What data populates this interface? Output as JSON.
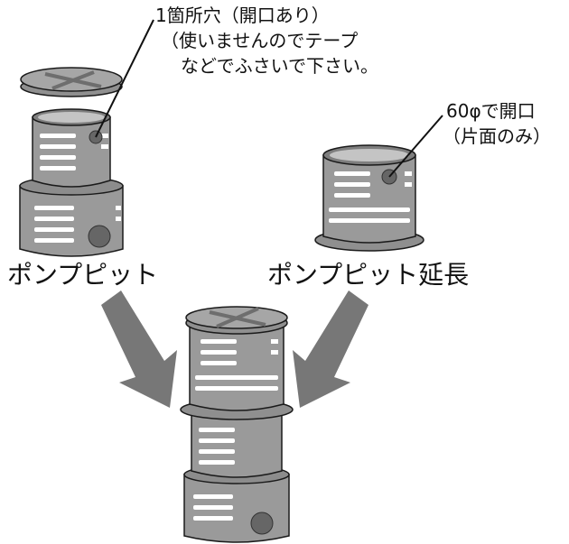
{
  "annotations": {
    "hole_note": {
      "line1": "1箇所穴（開口あり）",
      "line2": "（使いませんのでテープ",
      "line3": "などでふさいで下さい。"
    },
    "extension_hole_note": {
      "line1": "60φで開口",
      "line2": "（片面のみ）"
    }
  },
  "labels": {
    "pump_pit": "ポンプピット",
    "pump_pit_extension": "ポンプピット延長"
  },
  "colors": {
    "body": "#9a9a9a",
    "band": "#ffffff",
    "edge": "#1a1a1a",
    "arrow": "#777777",
    "hole": "#666666"
  }
}
